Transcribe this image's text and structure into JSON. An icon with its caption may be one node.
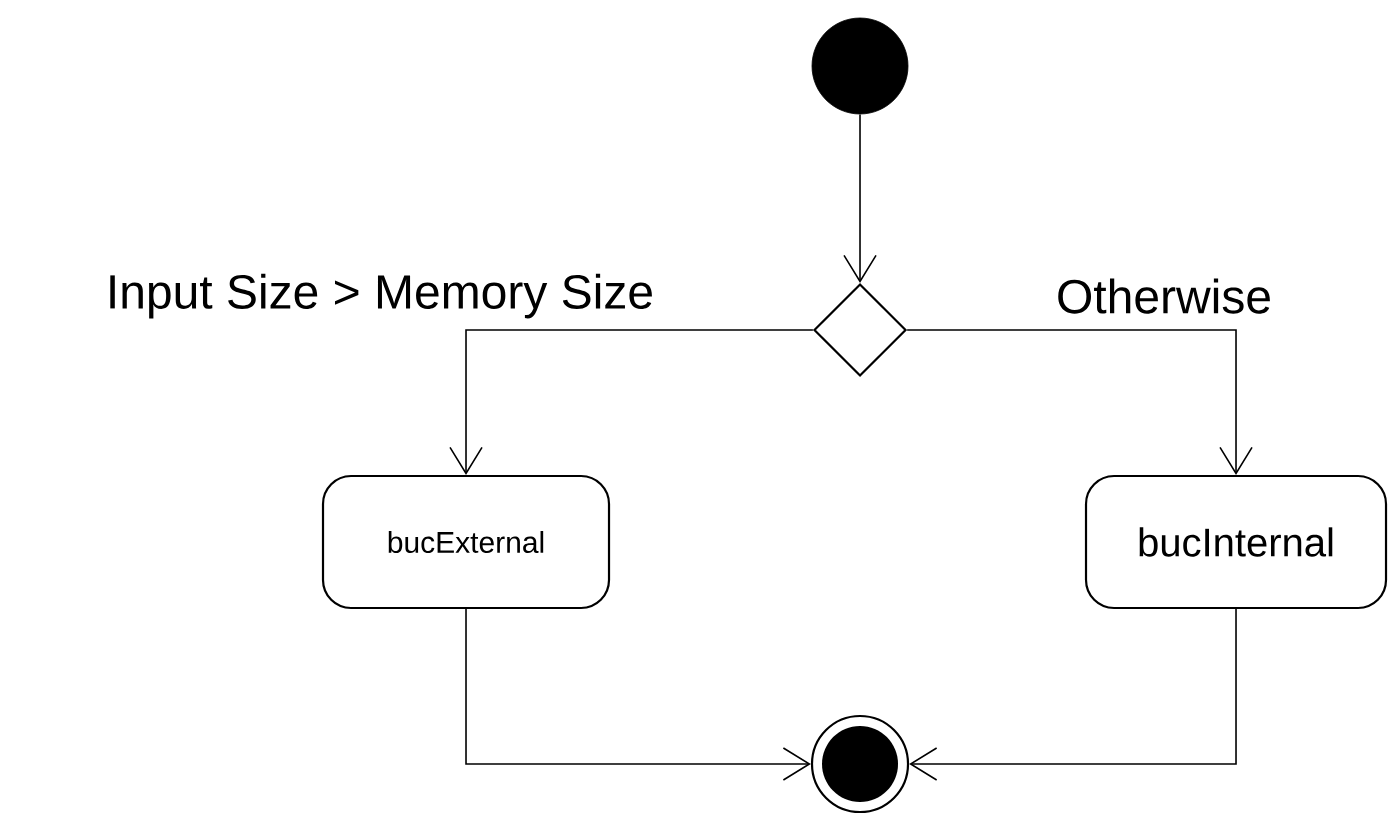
{
  "diagram": {
    "nodes": [
      {
        "text": [],
        "shape": "circle"
      },
      {
        "text": [],
        "shape": "diamond"
      },
      {
        "text": [
          "bucExternal"
        ]
      },
      {
        "text": [
          "bucInternal"
        ]
      },
      {
        "text": [],
        "shape": "bullseye"
      }
    ],
    "edges": [
      {
        "from": 0,
        "to": 1,
        "arrow": "to"
      },
      {
        "from": 1,
        "to": 2,
        "arrow": "to",
        "label": "Input Size > Memory Size"
      },
      {
        "from": 1,
        "to": 3,
        "arrow": "to",
        "label": "Otherwise"
      },
      {
        "from": 2,
        "to": 4,
        "arrow": "to"
      },
      {
        "from": 3,
        "to": 4,
        "arrow": "to"
      }
    ]
  }
}
